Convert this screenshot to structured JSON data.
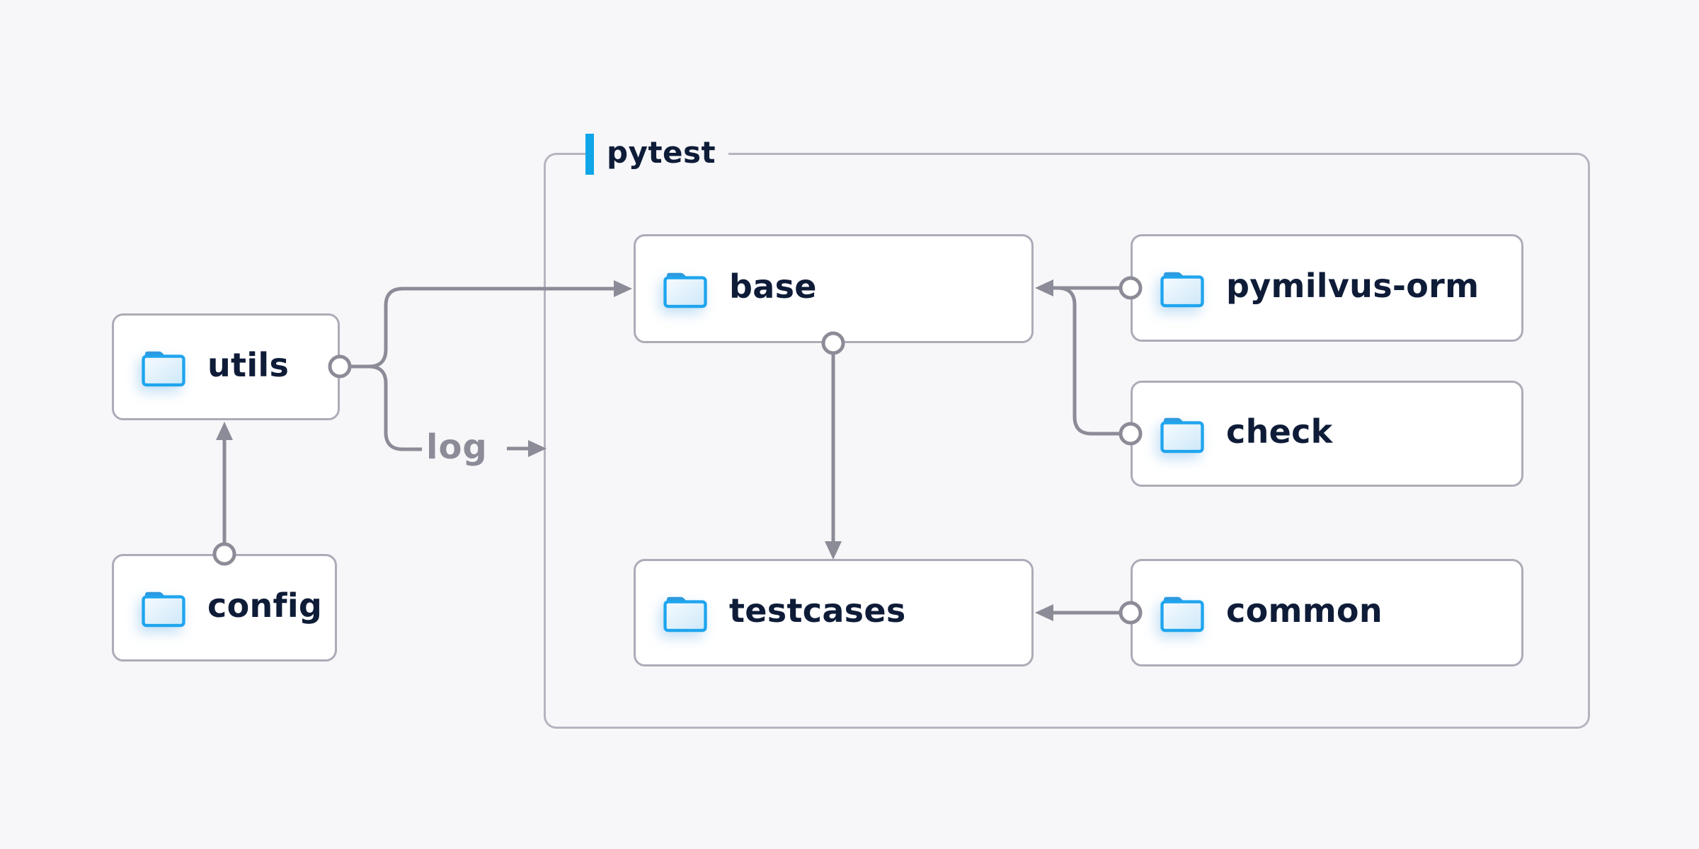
{
  "diagram": {
    "background": "#f7f7f9",
    "container": {
      "label": "pytest",
      "accent_color": "#0fa6e8"
    },
    "nodes": [
      {
        "id": "utils",
        "label": "utils",
        "icon": "folder-icon",
        "group": null
      },
      {
        "id": "config",
        "label": "config",
        "icon": "folder-icon",
        "group": null
      },
      {
        "id": "base",
        "label": "base",
        "icon": "folder-icon",
        "group": "pytest"
      },
      {
        "id": "testcases",
        "label": "testcases",
        "icon": "folder-icon",
        "group": "pytest"
      },
      {
        "id": "pymilvus-orm",
        "label": "pymilvus-orm",
        "icon": "folder-icon",
        "group": "pytest"
      },
      {
        "id": "check",
        "label": "check",
        "icon": "folder-icon",
        "group": "pytest"
      },
      {
        "id": "common",
        "label": "common",
        "icon": "folder-icon",
        "group": "pytest"
      }
    ],
    "edges": [
      {
        "from": "config",
        "to": "utils",
        "label": ""
      },
      {
        "from": "utils",
        "to": "base",
        "label": ""
      },
      {
        "from": "utils",
        "to": "pytest",
        "label": "log"
      },
      {
        "from": "base",
        "to": "testcases",
        "label": ""
      },
      {
        "from": "pymilvus-orm",
        "to": "base",
        "label": ""
      },
      {
        "from": "check",
        "to": "base",
        "label": ""
      },
      {
        "from": "common",
        "to": "testcases",
        "label": ""
      }
    ],
    "colors": {
      "node_text": "#0e1c38",
      "line": "#8c8c98",
      "node_border": "#acacb8",
      "container_border": "#b5b5c0",
      "node_bg": "#ffffff",
      "folder_blue": "#1fa5ee",
      "folder_tab_blue": "#2e9adf"
    }
  }
}
